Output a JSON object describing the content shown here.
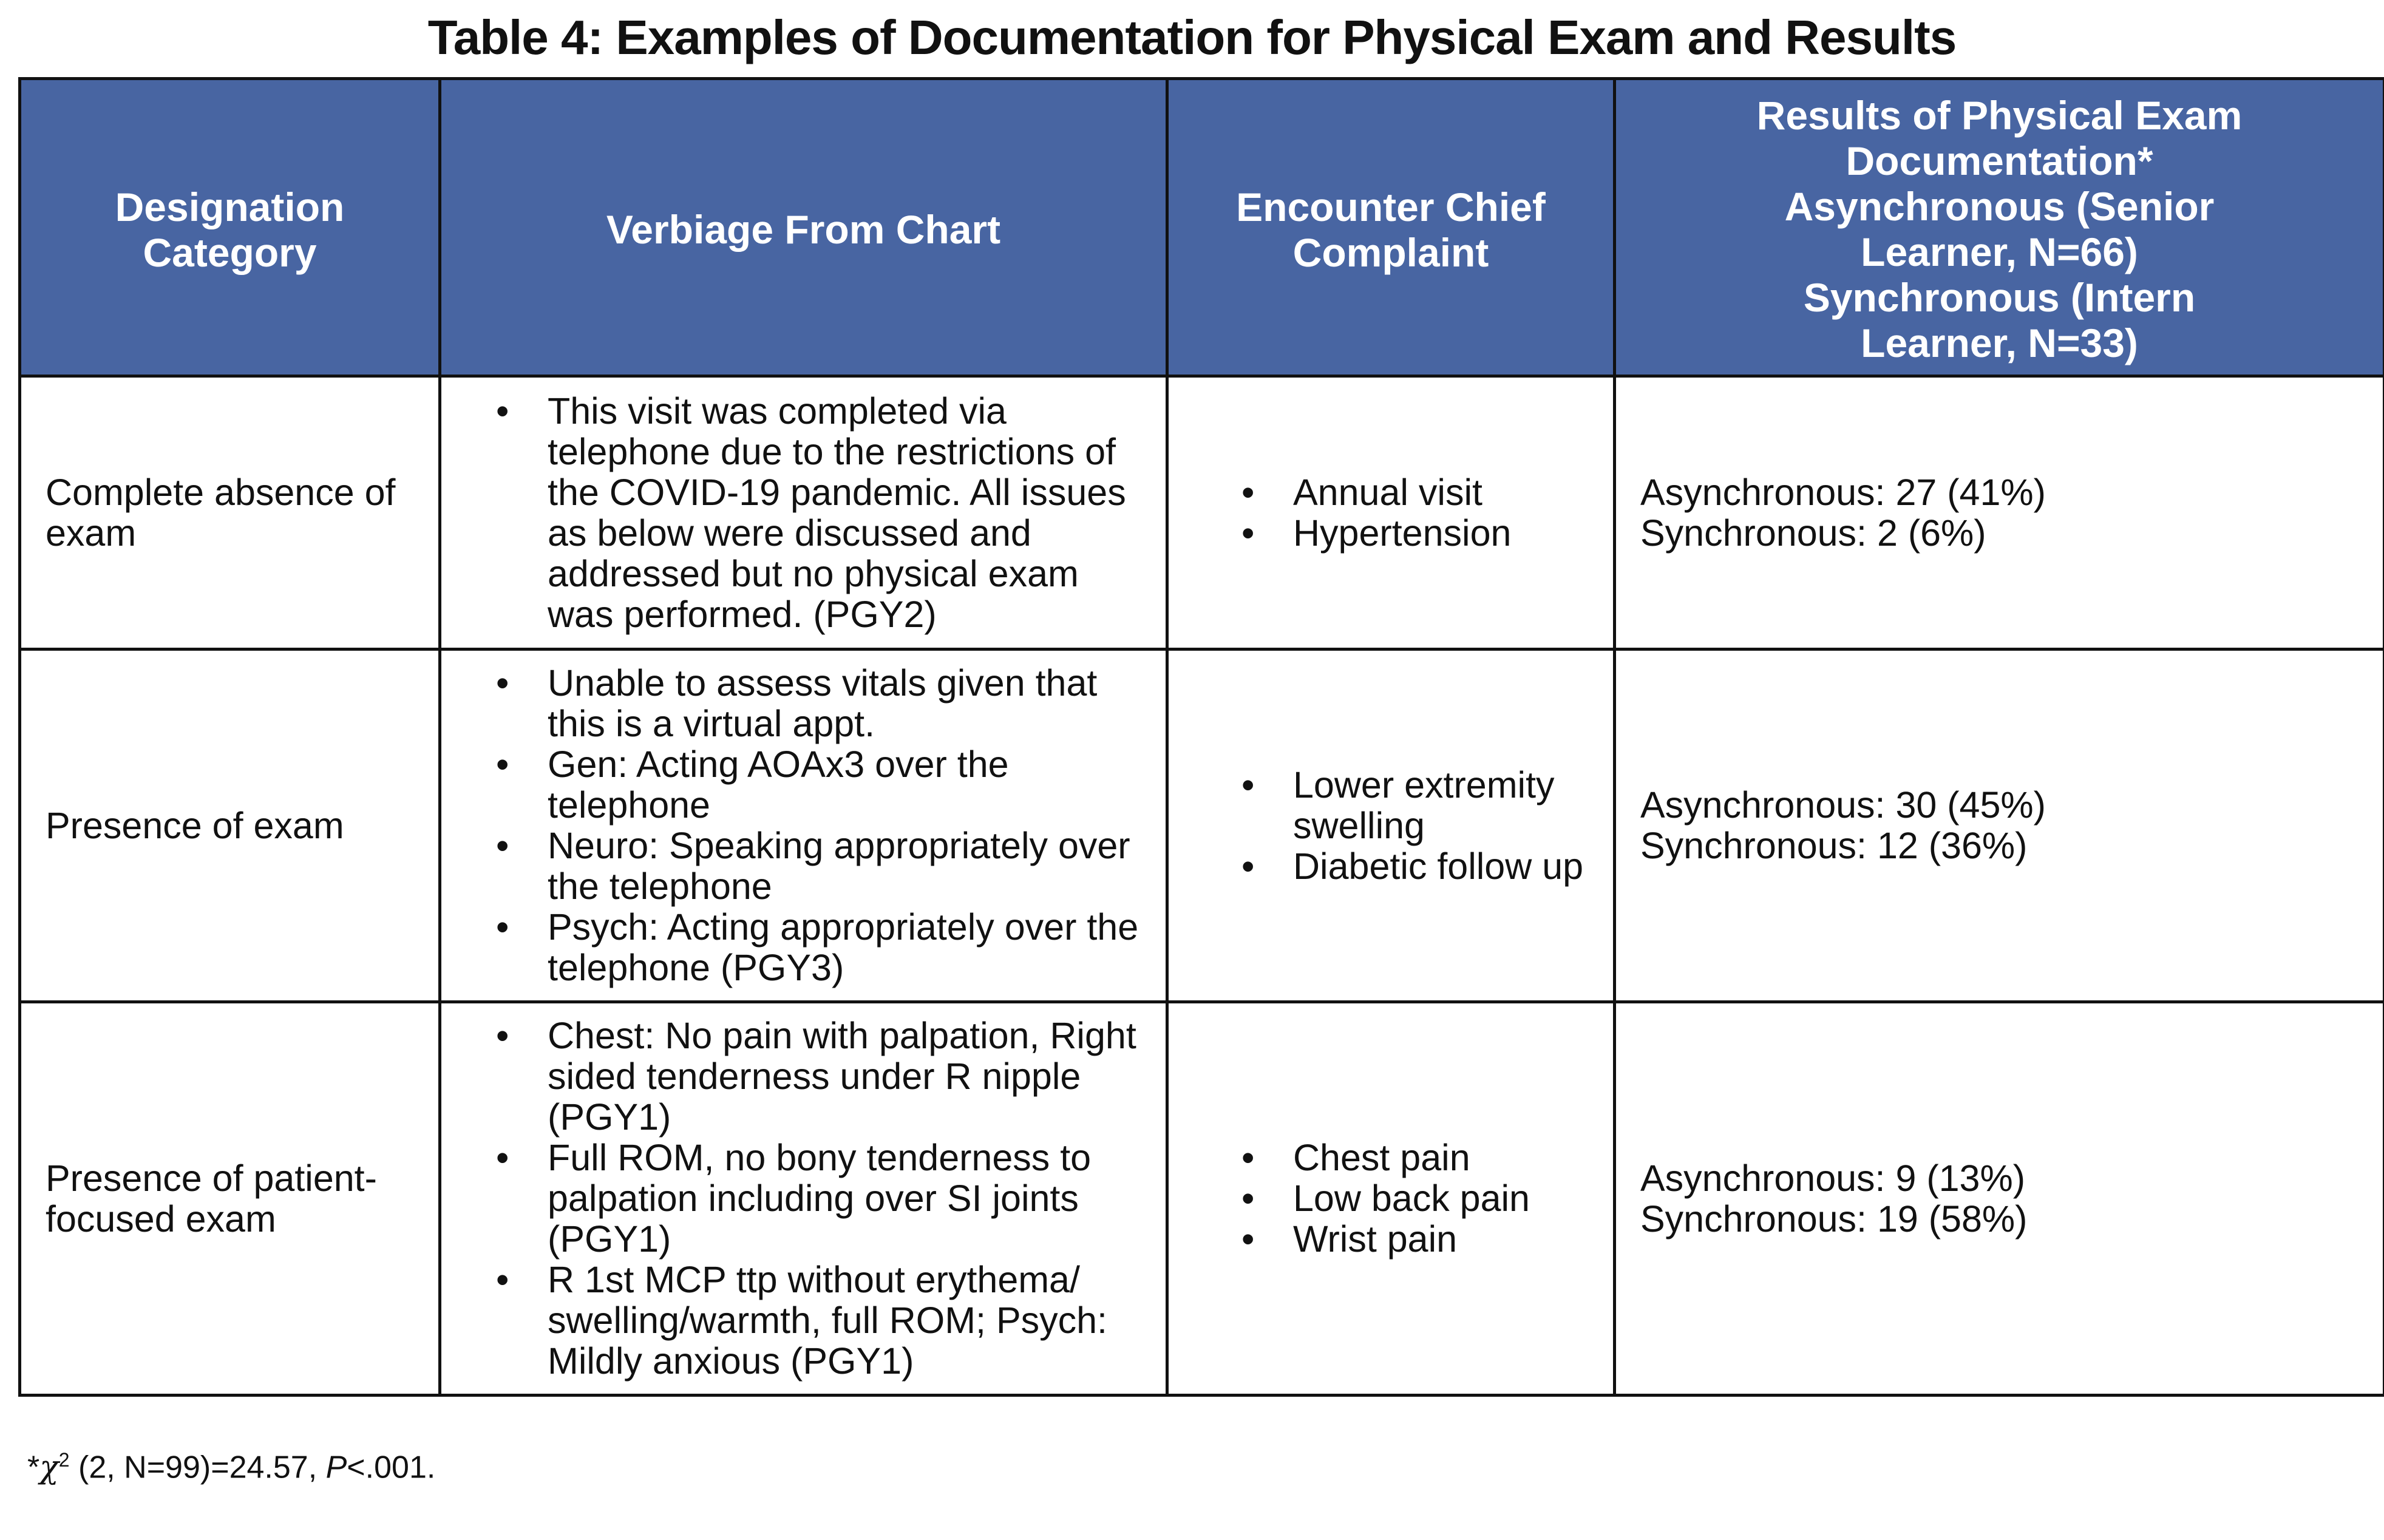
{
  "title": "Table 4: Examples of Documentation for Physical Exam and Results",
  "headers": {
    "category": "Designation Category",
    "verbiage": "Verbiage From Chart",
    "complaint": "Encounter Chief Complaint",
    "results_lines": [
      "Results of Physical Exam",
      "Documentation*",
      "Asynchronous (Senior",
      "Learner, N=66)",
      "Synchronous (Intern",
      "Learner, N=33)"
    ]
  },
  "bullet_glyph": "•",
  "rows": [
    {
      "category": "Complete absence of exam",
      "verbiage": [
        "This visit was completed via telephone due to the restrictions of the COVID-19 pandemic. All issues as below were discussed and addressed but no physical exam was performed. (PGY2)"
      ],
      "complaints": [
        "Annual visit",
        "Hypertension"
      ],
      "results": [
        "Asynchronous: 27 (41%)",
        "Synchronous: 2 (6%)"
      ]
    },
    {
      "category": "Presence of exam",
      "verbiage": [
        "Unable to assess vitals given that this is a virtual appt.",
        "Gen: Acting AOAx3 over the telephone",
        "Neuro: Speaking appropriately over the telephone",
        "Psych: Acting appropriately over the telephone (PGY3)"
      ],
      "complaints": [
        "Lower extremity swelling",
        "Diabetic follow up"
      ],
      "results": [
        "Asynchronous: 30 (45%)",
        "Synchronous: 12 (36%)"
      ]
    },
    {
      "category": "Presence of patient-focused exam",
      "verbiage": [
        "Chest: No pain with palpation, Right sided tenderness under R nipple (PGY1)",
        "Full ROM, no bony tenderness to palpation including over SI joints (PGY1)",
        "R 1st MCP ttp without erythema/ swelling/warmth, full ROM; Psych: Mildly anxious (PGY1)"
      ],
      "complaints": [
        "Chest pain",
        "Low back pain",
        "Wrist pain"
      ],
      "results": [
        "Asynchronous: 9 (13%)",
        "Synchronous: 19 (58%)"
      ]
    }
  ],
  "footnote": {
    "star": "*",
    "chi": "χ",
    "sup": "2",
    "rest": " (2, N=99)=24.57, ",
    "p": "P",
    "tail": "<.001."
  }
}
